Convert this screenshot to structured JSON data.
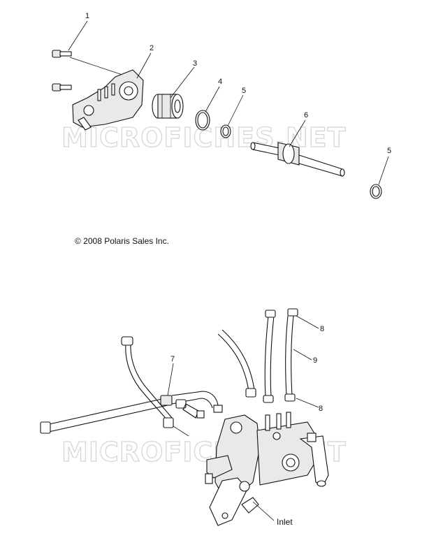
{
  "copyright": "© 2008 Polaris Sales Inc.",
  "watermark": "MICROFICHES.NET",
  "callouts": {
    "c1": "1",
    "c2": "2",
    "c3": "3",
    "c4": "4",
    "c5a": "5",
    "c5b": "5",
    "c6": "6",
    "c7": "7",
    "c8a": "8",
    "c8b": "8",
    "c9": "9"
  },
  "inlet_label": "Inlet"
}
